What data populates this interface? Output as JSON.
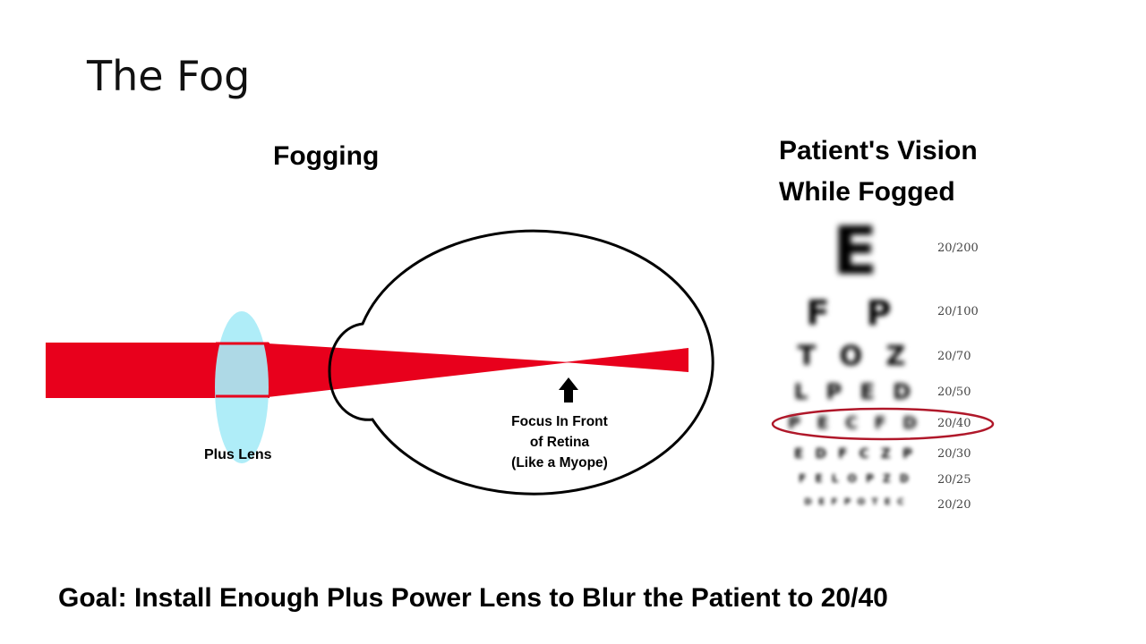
{
  "slide": {
    "title": "The Fog",
    "goal": "Goal: Install Enough Plus Power Lens to Blur the Patient to 20/40"
  },
  "diagram": {
    "heading": "Fogging",
    "lens_label": "Plus Lens",
    "focus_label": [
      "Focus In Front",
      "of Retina",
      "(Like a Myope)"
    ],
    "colors": {
      "light_beam": "#e8001c",
      "lens_fill": "#a8ecf7",
      "outline": "#000000"
    }
  },
  "eye_chart": {
    "heading_lines": [
      "Patient's Vision",
      "While Fogged"
    ],
    "rows": [
      {
        "letters": "E",
        "acuity": "20/200"
      },
      {
        "letters": "F P",
        "acuity": "20/100"
      },
      {
        "letters": "T O Z",
        "acuity": "20/70"
      },
      {
        "letters": "L P E D",
        "acuity": "20/50"
      },
      {
        "letters": "P E C F D",
        "acuity": "20/40",
        "highlighted": true
      },
      {
        "letters": "E D F C Z P",
        "acuity": "20/30"
      },
      {
        "letters": "F E L O P Z D",
        "acuity": "20/25"
      },
      {
        "letters": "D E F P O T E C",
        "acuity": "20/20"
      }
    ],
    "highlight_color": "#b0182a"
  }
}
